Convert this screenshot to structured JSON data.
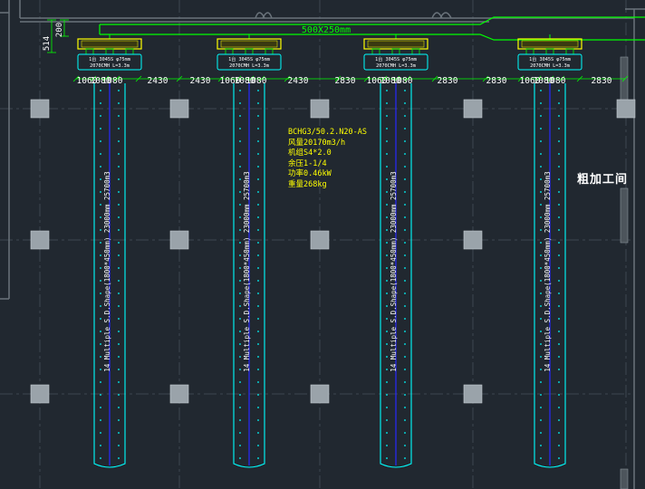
{
  "colors": {
    "background": "#212830",
    "grid": "#3d4650",
    "column": "#9aa3aa",
    "duct": "#00ff00",
    "tube": "#00ffff",
    "axis": "#2828ff",
    "header": "#ffff00",
    "room_label": "#ffffff"
  },
  "room_label": "粗加工间",
  "header_duct": {
    "label": "500X250mm"
  },
  "dim_left": {
    "outer": "514",
    "inner": "200"
  },
  "dims_row": [
    "1060",
    "1080",
    "1080",
    "2430",
    "2430",
    "1060",
    "1080",
    "1080",
    "2430",
    "2830",
    "1060",
    "1080",
    "1080",
    "2830",
    "2830",
    "1060",
    "1080",
    "1080",
    "2830"
  ],
  "equipment_note": [
    "BCHG3/50.2.N20-AS",
    "风量20170m3/h",
    "机组S4*2.0",
    "余压1-1/4",
    "功率0.46kW",
    "重量268kg"
  ],
  "units": [
    {
      "cap_line1": "1台 3045S φ75mm",
      "cap_line2": "2070CMH  L=3.3m",
      "vertical_text": "14 Multiple S.D.Shape(1800*450mm) 23000mm 25700m3"
    },
    {
      "cap_line1": "1台 3045S φ75mm",
      "cap_line2": "2070CMH  L=3.3m",
      "vertical_text": "14 Multiple S.D.Shape(1800*450mm) 23000mm 25700m3"
    },
    {
      "cap_line1": "1台 3045S φ75mm",
      "cap_line2": "2070CMH  L=3.3m",
      "vertical_text": "14 Multiple S.D.Shape(1800*450mm) 23000mm 25700m3"
    },
    {
      "cap_line1": "1台 3045S φ75mm",
      "cap_line2": "2070CMH  L=3.3m",
      "vertical_text": "14 Multiple S.D.Shape(1800*450mm) 23000mm 25700m3"
    }
  ]
}
